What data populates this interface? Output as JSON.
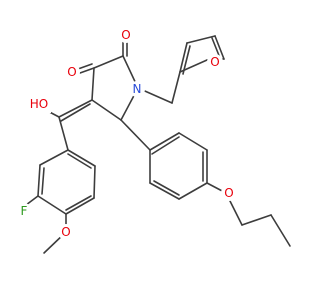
{
  "molecule": {
    "atoms": {
      "o_ketone": {
        "symbol": "O",
        "color": "#e8000b"
      },
      "o_lactam": {
        "symbol": "O",
        "color": "#e8000b"
      },
      "n_ring": {
        "symbol": "N",
        "color": "#2a4dd9"
      },
      "o_furan": {
        "symbol": "O",
        "color": "#e8000b"
      },
      "o_hydroxy": {
        "symbol": "HO",
        "color": "#e8000b"
      },
      "f_fluoro": {
        "symbol": "F",
        "color": "#2c9a1e"
      },
      "o_methoxy": {
        "symbol": "O",
        "color": "#e8000b"
      },
      "o_propoxy": {
        "symbol": "O",
        "color": "#e8000b"
      }
    },
    "bond_color": "#3d3d3d"
  }
}
